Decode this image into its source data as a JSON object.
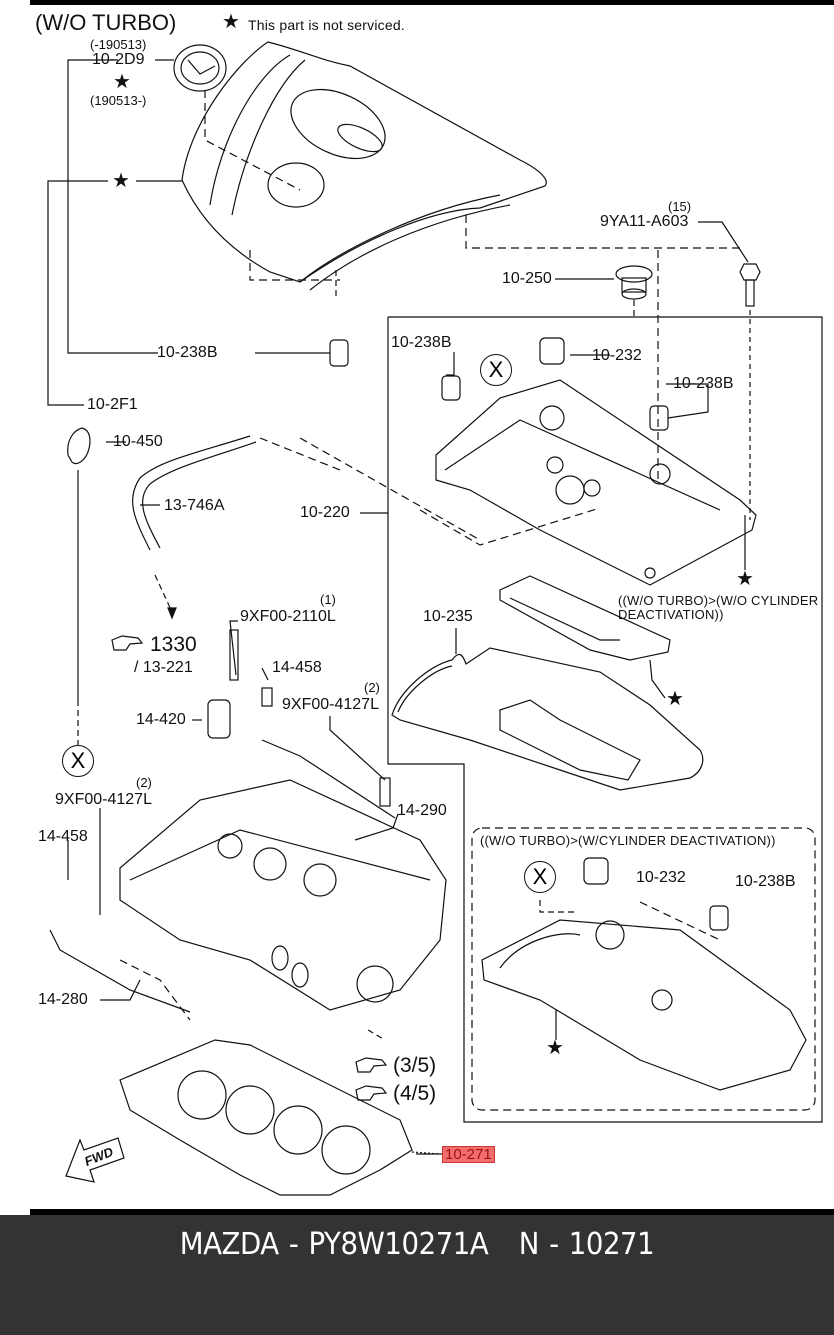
{
  "diagram": {
    "heading": "(W/O TURBO)",
    "legend": {
      "symbol": "★",
      "text": "This part is not serviced."
    },
    "highlight_color": "#f26d6d",
    "labels": {
      "date_before": "(-190513)",
      "part_2d9": "10-2D9",
      "date_after": "(190513-)",
      "part_250": "10-250",
      "qty_15": "(15)",
      "part_9ya11": "9YA11-A603",
      "part_238b_a": "10-238B",
      "part_238b_b": "10-238B",
      "part_232_a": "10-232",
      "part_238b_c": "10-238B",
      "part_2f1": "10-2F1",
      "part_450": "10-450",
      "part_746a": "13-746A",
      "part_220": "10-220",
      "ref_1330": "1330",
      "ref_13221": "/ 13-221",
      "qty_1": "(1)",
      "part_9xf00_2110": "9XF00-2110L",
      "part_14458_a": "14-458",
      "qty_2_a": "(2)",
      "part_9xf00_4127_a": "9XF00-4127L",
      "part_14420": "14-420",
      "part_235": "10-235",
      "note_wo_cyl_1": "((W/O TURBO)>(W/O CYLINDER",
      "note_wo_cyl_2": "DEACTIVATION))",
      "qty_2_b": "(2)",
      "part_9xf00_4127_b": "9XF00-4127L",
      "part_14458_b": "14-458",
      "part_14290": "14-290",
      "part_14280": "14-280",
      "note_w_cyl": "((W/O TURBO)>(W/CYLINDER DEACTIVATION))",
      "part_232_b": "10-232",
      "part_238b_d": "10-238B",
      "ref_3_5": "(3/5)",
      "ref_4_5": "(4/5)",
      "part_271": "10-271",
      "fwd": "FWD",
      "x_mark": "X"
    }
  },
  "footer": {
    "text": "MAZDA - PY8W10271A   N - 10271"
  }
}
